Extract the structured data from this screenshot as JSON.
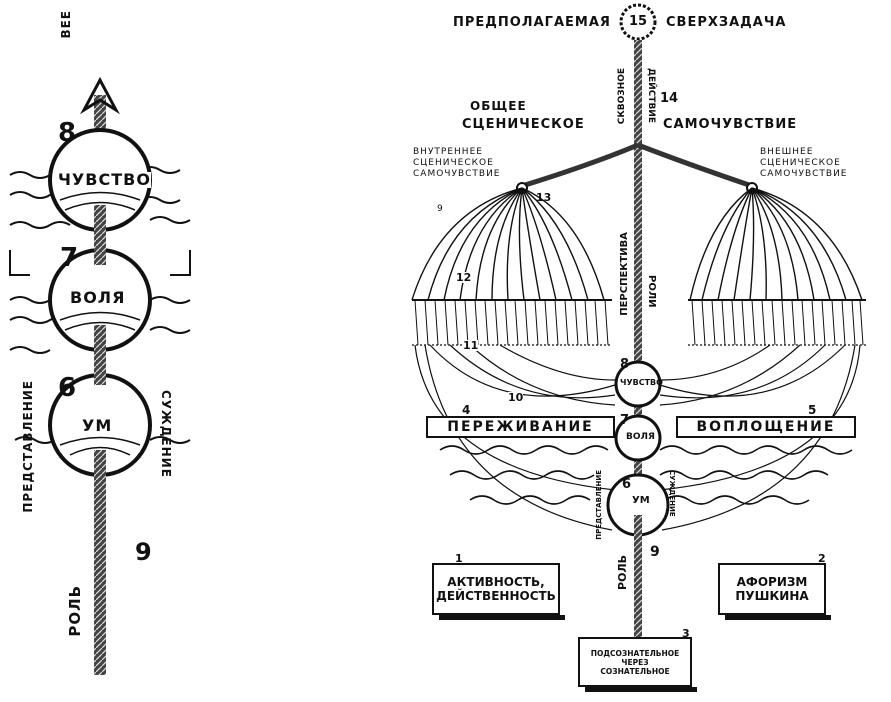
{
  "left_panel": {
    "top_letters": "ВЕЕ",
    "feeling": {
      "num": "8",
      "label": "ЧУВСТВО"
    },
    "will": {
      "num": "7",
      "label": "ВОЛЯ"
    },
    "mind": {
      "num": "6",
      "label": "УМ"
    },
    "representation": "ПРЕДСТАВЛЕНИЕ",
    "judgement": "СУЖДЕНИЕ",
    "role": {
      "num": "9",
      "label": "РОЛЬ"
    }
  },
  "right_panel": {
    "supertask": {
      "prefix": "ПРЕДПОЛАГАЕМАЯ",
      "num": "15",
      "suffix": "СВЕРХЗАДАЧА"
    },
    "general_state": {
      "line1": "ОБЩЕЕ",
      "line2": "СЦЕНИЧЕСКОЕ",
      "line3": "САМОЧУВСТВИЕ",
      "num": "14"
    },
    "through_action": {
      "line1": "СКВОЗНОЕ",
      "line2": "ДЕЙСТВИЕ"
    },
    "inner_state": {
      "text": "ВНУТРЕННЕЕ СЦЕНИЧЕСКОЕ САМОЧУВСТВИЕ",
      "num": "13"
    },
    "outer_state": {
      "text": "ВНЕШНЕЕ СЦЕНИЧЕСКОЕ САМОЧУВСТВИЕ"
    },
    "perspective": {
      "line1": "ПЕРСПЕКТИВА",
      "line2": "РОЛИ"
    },
    "labels_numbers": {
      "n9": "9",
      "n10": "10",
      "n11": "11",
      "n12": "12",
      "n4": "4",
      "n5": "5"
    },
    "feeling": {
      "num": "8",
      "label": "ЧУВСТВО"
    },
    "will": {
      "num": "7",
      "label": "ВОЛЯ"
    },
    "mind": {
      "num": "6",
      "label": "УМ"
    },
    "representation": "ПРЕДСТАВЛЕНИЕ",
    "judgement": "СУЖДЕНИЕ",
    "experiencing": "ПЕРЕЖИВАНИЕ",
    "embodiment": "ВОПЛОЩЕНИЕ",
    "role": {
      "num": "9",
      "label": "РОЛЬ"
    },
    "box1": {
      "num": "1",
      "line1": "АКТИВНОСТЬ,",
      "line2": "ДЕЙСТВЕННОСТЬ"
    },
    "box2": {
      "num": "2",
      "line1": "АФОРИЗМ",
      "line2": "ПУШКИНА"
    },
    "box3": {
      "num": "3",
      "line1": "ПОДСОЗНАТЕЛЬНОЕ",
      "line2": "ЧЕРЕЗ",
      "line3": "СОЗНАТЕЛЬНОЕ"
    }
  }
}
